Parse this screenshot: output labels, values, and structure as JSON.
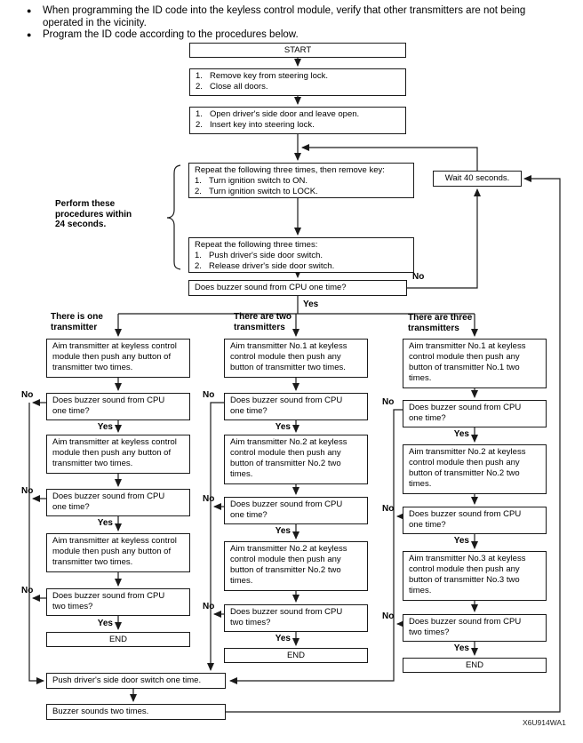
{
  "bullets": [
    {
      "glyph": "●",
      "lines": [
        "When programming the ID code into the keyless control module, verify that other transmitters are not being",
        "operated in the vicinity."
      ]
    },
    {
      "glyph": "●",
      "lines": [
        "Program the ID code according to the procedures below."
      ]
    }
  ],
  "labels": {
    "yes": "Yes",
    "no": "No"
  },
  "side_note": {
    "lines": [
      "Perform these",
      "procedures within",
      "24 seconds."
    ]
  },
  "wait_box": "Wait 40 seconds.",
  "ref_code": "X6U914WA1",
  "main": {
    "start": "START",
    "prep1": {
      "items": [
        {
          "n": "1.",
          "t": "Remove key from steering lock."
        },
        {
          "n": "2.",
          "t": "Close all doors."
        }
      ]
    },
    "prep2": {
      "items": [
        {
          "n": "1.",
          "t": "Open driver's side door and leave open."
        },
        {
          "n": "2.",
          "t": "Insert key into steering lock."
        }
      ]
    },
    "repeat1": {
      "head": "Repeat the following three times, then remove key:",
      "items": [
        {
          "n": "1.",
          "t": "Turn ignition switch to ON."
        },
        {
          "n": "2.",
          "t": "Turn ignition switch to LOCK."
        }
      ]
    },
    "repeat2": {
      "head": "Repeat the following three times:",
      "items": [
        {
          "n": "1.",
          "t": "Push driver's side door switch."
        },
        {
          "n": "2.",
          "t": "Release driver's side door switch."
        }
      ]
    },
    "q_buzzer": "Does buzzer sound from CPU one time?"
  },
  "branches": {
    "one": {
      "header": {
        "lines": [
          "There is one",
          "transmitter"
        ]
      },
      "aim1": {
        "lines": [
          "Aim transmitter at keyless control",
          "module then push any button of",
          "transmitter two times."
        ]
      },
      "q1": {
        "lines": [
          "Does buzzer sound from CPU",
          "one time?"
        ]
      },
      "aim2": {
        "lines": [
          "Aim transmitter at keyless control",
          "module then push any button of",
          "transmitter two times."
        ]
      },
      "q2": {
        "lines": [
          "Does buzzer sound from CPU",
          "one time?"
        ]
      },
      "aim3": {
        "lines": [
          "Aim transmitter at keyless control",
          "module then push any button of",
          "transmitter two times."
        ]
      },
      "q3": {
        "lines": [
          "Does buzzer sound from CPU",
          "two times?"
        ]
      },
      "end": "END"
    },
    "two": {
      "header": {
        "lines": [
          "There are two",
          "transmitters"
        ]
      },
      "aim1": {
        "lines": [
          "Aim transmitter No.1 at keyless",
          "control module then push any",
          "button of transmitter two times."
        ]
      },
      "q1": {
        "lines": [
          "Does buzzer sound from CPU",
          "one time?"
        ]
      },
      "aim2": {
        "lines": [
          "Aim transmitter No.2 at keyless",
          "control module then push any",
          "button of transmitter No.2 two",
          "times."
        ]
      },
      "q2": {
        "lines": [
          "Does buzzer sound from CPU",
          "one time?"
        ]
      },
      "aim3": {
        "lines": [
          "Aim transmitter No.2 at keyless",
          "control module then push any",
          "button of transmitter No.2 two",
          "times."
        ]
      },
      "q3": {
        "lines": [
          "Does buzzer sound from CPU",
          "two times?"
        ]
      },
      "end": "END"
    },
    "three": {
      "header": {
        "lines": [
          "There are three",
          "transmitters"
        ]
      },
      "aim1": {
        "lines": [
          "Aim transmitter No.1 at keyless",
          "control module then push any",
          "button of transmitter No.1 two",
          "times."
        ]
      },
      "q1": {
        "lines": [
          "Does buzzer sound from CPU",
          "one time?"
        ]
      },
      "aim2": {
        "lines": [
          "Aim transmitter No.2 at keyless",
          "control module then push any",
          "button of transmitter No.2 two",
          "times."
        ]
      },
      "q2": {
        "lines": [
          "Does buzzer sound from CPU",
          "one time?"
        ]
      },
      "aim3": {
        "lines": [
          "Aim transmitter No.3 at keyless",
          "control module then push any",
          "button of transmitter No.3 two",
          "times."
        ]
      },
      "q3": {
        "lines": [
          "Does buzzer sound from CPU",
          "two times?"
        ]
      },
      "end": "END"
    }
  },
  "bottom": {
    "push": "Push driver's side door switch one time.",
    "buzzer": "Buzzer sounds two times."
  }
}
